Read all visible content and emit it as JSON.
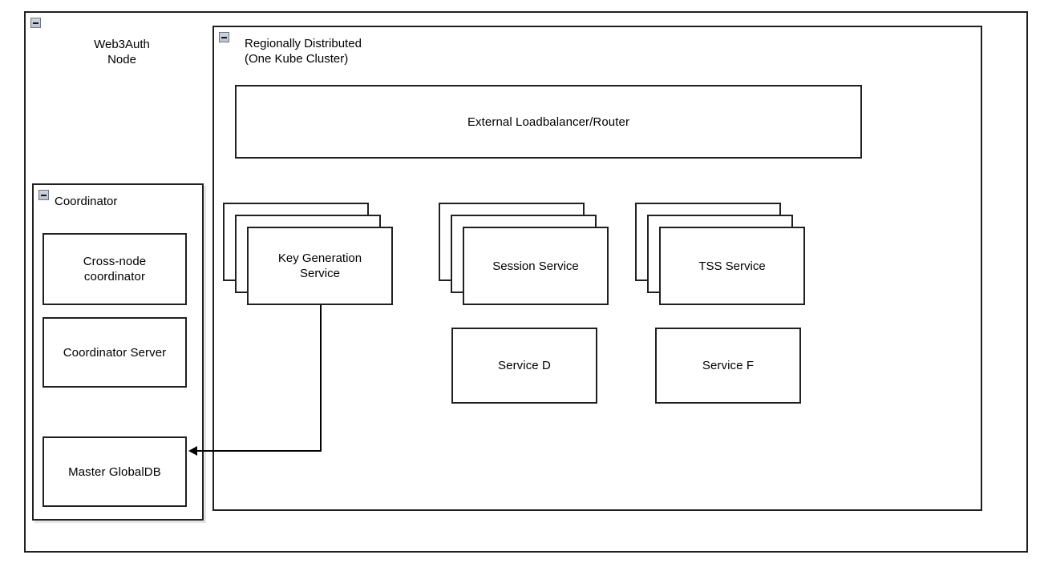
{
  "diagram": {
    "outer": {
      "name": "Web3Auth Node",
      "title": "Web3Auth\nNode",
      "collapse_icon": "collapse-minus-icon"
    },
    "cluster": {
      "name": "Regionally Distributed Kube Cluster",
      "title": "Regionally Distributed\n(One Kube Cluster)",
      "collapse_icon": "collapse-minus-icon"
    },
    "coordinator_group": {
      "name": "Coordinator",
      "title": "Coordinator",
      "collapse_icon": "collapse-minus-icon",
      "children": [
        {
          "id": "cross-node-coordinator",
          "label": "Cross-node\ncoordinator"
        },
        {
          "id": "coordinator-server",
          "label": "Coordinator Server"
        },
        {
          "id": "master-globaldb",
          "label": "Master GlobalDB"
        }
      ]
    },
    "loadbalancer": {
      "id": "external-loadbalancer-router",
      "label": "External Loadbalancer/Router"
    },
    "stacked_services": [
      {
        "id": "key-generation-service",
        "label": "Key Generation\nService",
        "replicas": 3
      },
      {
        "id": "session-service",
        "label": "Session Service",
        "replicas": 3
      },
      {
        "id": "tss-service",
        "label": "TSS Service",
        "replicas": 3
      }
    ],
    "plain_services": [
      {
        "id": "service-d",
        "label": "Service D"
      },
      {
        "id": "service-f",
        "label": "Service F"
      }
    ],
    "connections": [
      {
        "id": "keygen-to-master-globaldb",
        "from": "key-generation-service",
        "to": "master-globaldb",
        "arrow": "left"
      }
    ],
    "colors": {
      "stroke": "#231f20",
      "background": "#ffffff",
      "text": "#000000",
      "icon_fill": "#c4cad6",
      "icon_border": "#6f7782"
    }
  }
}
